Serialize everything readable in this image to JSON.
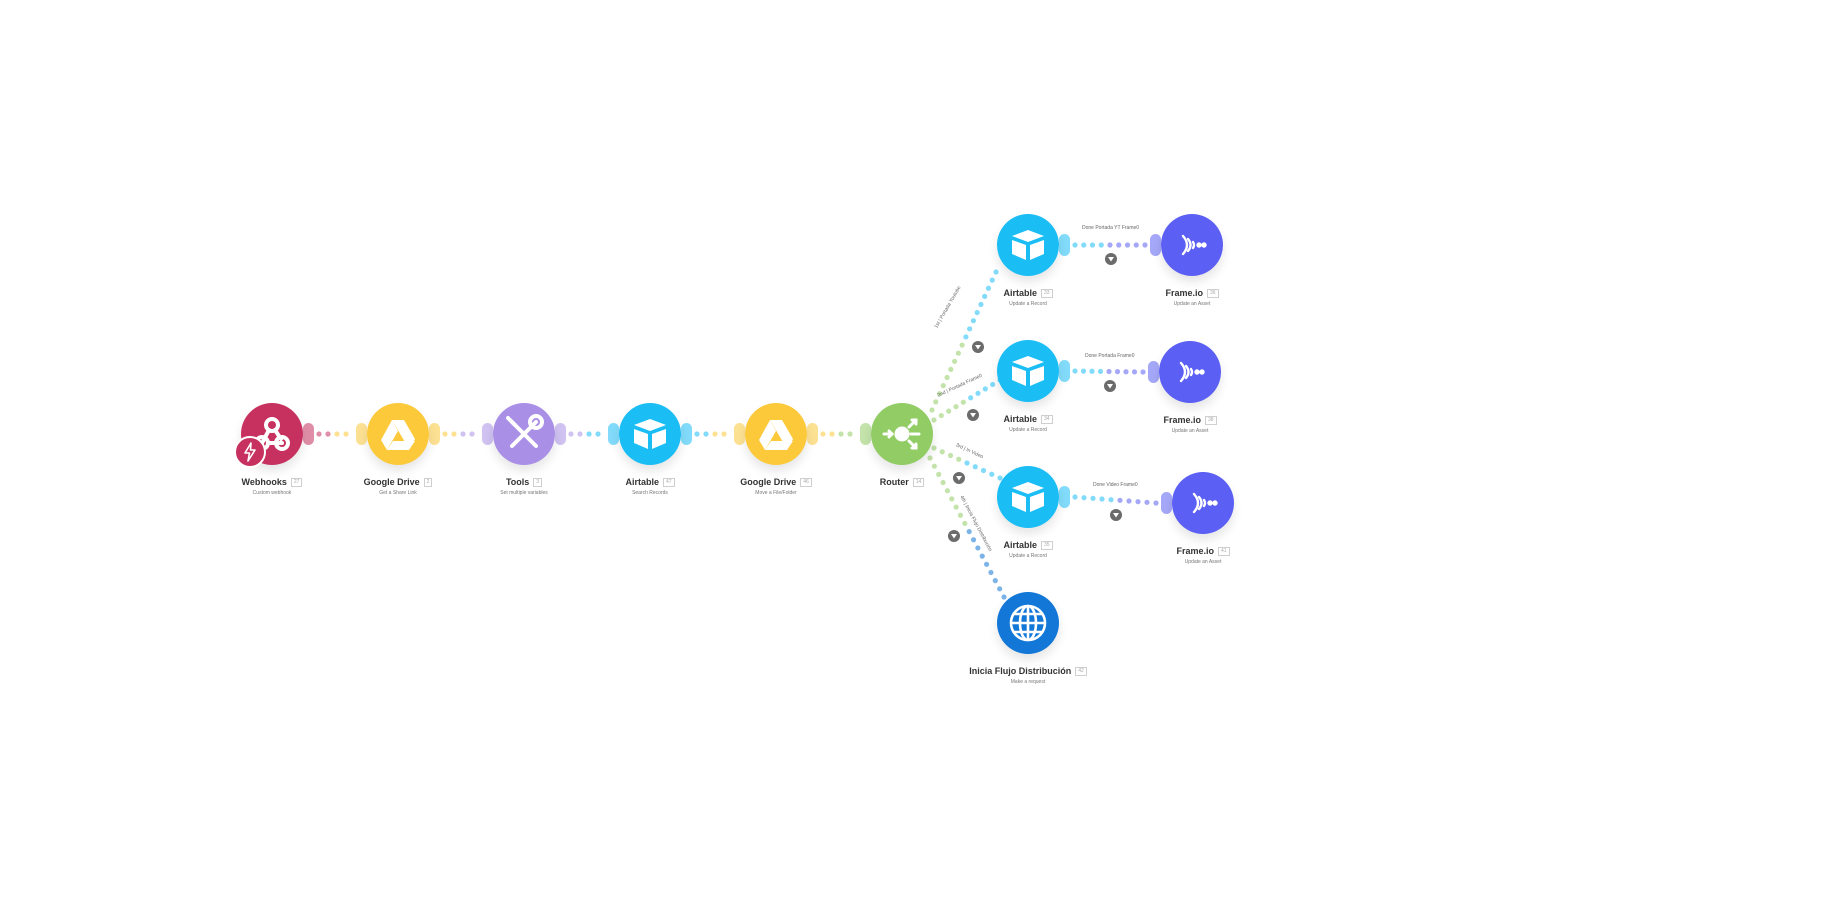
{
  "colors": {
    "webhooks": "#c7315f",
    "google_drive": "#fcc93b",
    "tools": "#a98fe6",
    "airtable": "#1bbdf5",
    "router": "#92cc65",
    "frameio": "#5b5ff3",
    "http": "#1277d6"
  },
  "modules": {
    "webhooks": {
      "title": "Webhooks",
      "id": "27",
      "subtitle": "Custom webhook",
      "icon": "webhook-icon"
    },
    "gdrive1": {
      "title": "Google Drive",
      "id": "2",
      "subtitle": "Get a Share Link",
      "icon": "google-drive-icon"
    },
    "tools": {
      "title": "Tools",
      "id": "3",
      "subtitle": "Set multiple variables",
      "icon": "tools-icon"
    },
    "airtable1": {
      "title": "Airtable",
      "id": "47",
      "subtitle": "Search Records",
      "icon": "airtable-icon"
    },
    "gdrive2": {
      "title": "Google Drive",
      "id": "46",
      "subtitle": "Move a File/Folder",
      "icon": "google-drive-icon"
    },
    "router": {
      "title": "Router",
      "id": "14",
      "subtitle": "",
      "icon": "router-icon"
    },
    "airtable_r1": {
      "title": "Airtable",
      "id": "33",
      "subtitle": "Update a Record",
      "icon": "airtable-icon"
    },
    "frameio_r1": {
      "title": "Frame.io",
      "id": "36",
      "subtitle": "Update an Asset",
      "icon": "frameio-icon"
    },
    "airtable_r2": {
      "title": "Airtable",
      "id": "34",
      "subtitle": "Update a Record",
      "icon": "airtable-icon"
    },
    "frameio_r2": {
      "title": "Frame.io",
      "id": "38",
      "subtitle": "Update an Asset",
      "icon": "frameio-icon"
    },
    "airtable_r3": {
      "title": "Airtable",
      "id": "35",
      "subtitle": "Update a Record",
      "icon": "airtable-icon"
    },
    "frameio_r3": {
      "title": "Frame.io",
      "id": "41",
      "subtitle": "Update an Asset",
      "icon": "frameio-icon"
    },
    "http": {
      "title": "Inicia Flujo Distribución",
      "id": "42",
      "subtitle": "Make a request",
      "icon": "globe-icon"
    }
  },
  "routes": {
    "r1": "1st | Portada Youtube",
    "r2": "2nd | Portada Frame0",
    "r3": "3rd | In Video",
    "r4": "4th | Inicia Flujo Distribución"
  },
  "filters": {
    "f1": "Done Portada YT Frame0",
    "f2": "Done Portada Frame0",
    "f3": "Done Video Frame0"
  }
}
